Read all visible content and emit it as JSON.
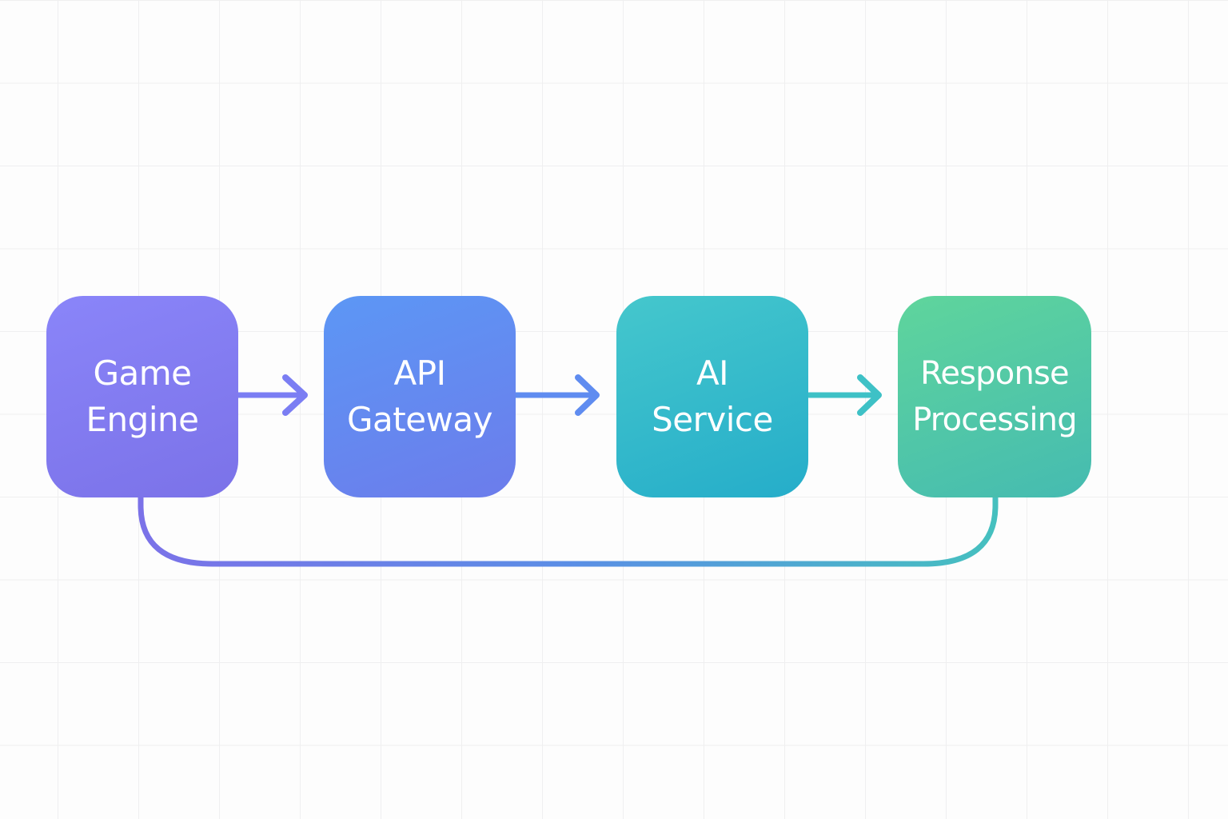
{
  "diagram": {
    "nodes": [
      {
        "id": "game-engine",
        "label": "Game\nEngine",
        "color_top": "#8a85f9",
        "color_bottom": "#7b72e8"
      },
      {
        "id": "api-gateway",
        "label": "API\nGateway",
        "color_top": "#5c97f5",
        "color_bottom": "#6c7ceb"
      },
      {
        "id": "ai-service",
        "label": "AI\nService",
        "color_top": "#45c7cc",
        "color_bottom": "#25adca"
      },
      {
        "id": "response-processing",
        "label": "Response\nProcessing",
        "color_top": "#5fd59c",
        "color_bottom": "#45bbb1"
      }
    ],
    "edges": [
      {
        "from": "game-engine",
        "to": "api-gateway",
        "color": "#7b7ef3"
      },
      {
        "from": "api-gateway",
        "to": "ai-service",
        "color": "#5f8cf0"
      },
      {
        "from": "ai-service",
        "to": "response-processing",
        "color": "#3ec1c6"
      },
      {
        "from": "response-processing",
        "to": "game-engine",
        "type": "feedback-loop",
        "color_start": "#7b72e8",
        "color_end": "#45c0bf"
      }
    ],
    "background_color": "#fdfdfd",
    "grid_color": "#efeff0"
  }
}
